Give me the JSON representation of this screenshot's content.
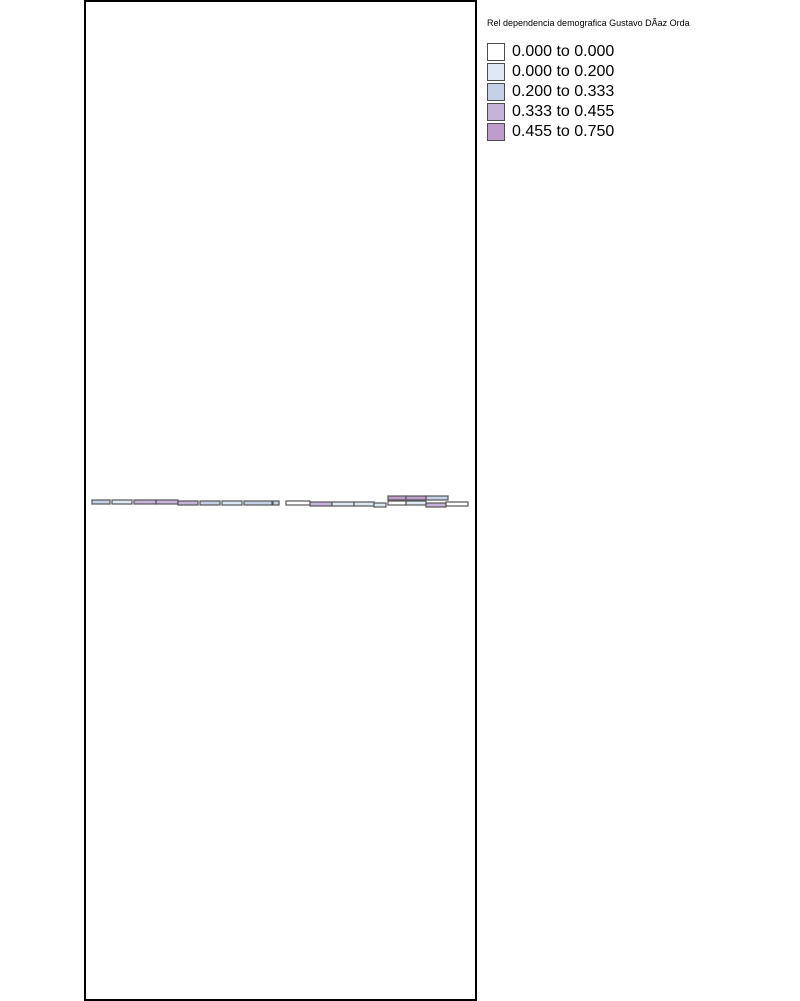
{
  "legend": {
    "title": "Rel dependencia demografica Gustavo DÃ­az Orda",
    "classes": [
      {
        "label": "0.000 to 0.000",
        "color": "#ffffff"
      },
      {
        "label": "0.000 to 0.200",
        "color": "#dde8f3"
      },
      {
        "label": "0.200 to 0.333",
        "color": "#c4d1e8"
      },
      {
        "label": "0.333 to 0.455",
        "color": "#c6b3d9"
      },
      {
        "label": "0.455 to 0.750",
        "color": "#bf9ccc"
      }
    ]
  },
  "map": {
    "polygon_classes": [
      2,
      1,
      3,
      3,
      3,
      2,
      1,
      2,
      2,
      0,
      3,
      1,
      1,
      1,
      0,
      4,
      4,
      2,
      1,
      3,
      0
    ]
  }
}
